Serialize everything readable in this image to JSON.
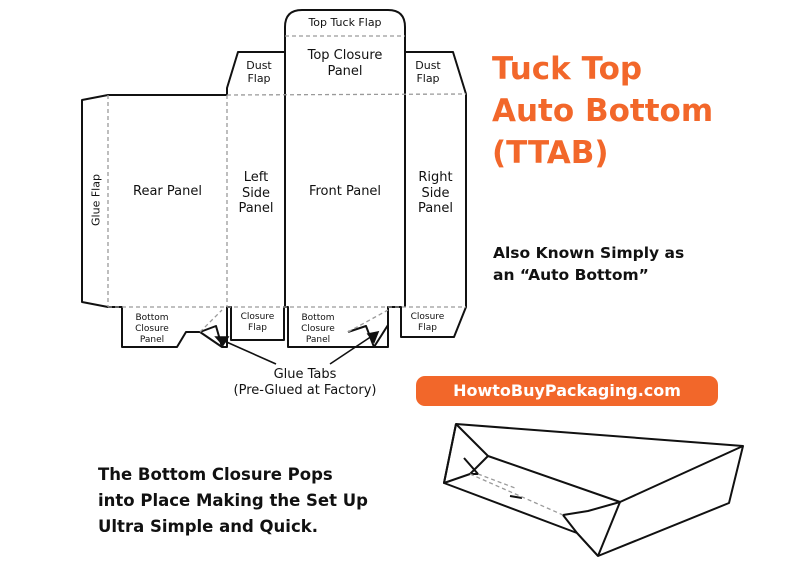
{
  "title_lines": [
    "Tuck Top",
    "Auto Bottom",
    "(TTAB)"
  ],
  "aka_lines": [
    "Also Known Simply as",
    "an “Auto Bottom”"
  ],
  "brand": "HowtoBuyPackaging.com",
  "pops_lines": [
    "The Bottom Closure Pops",
    "into Place Making the Set Up",
    "Ultra Simple and Quick."
  ],
  "labels": {
    "top_tuck_flap": "Top Tuck Flap",
    "top_closure_panel": [
      "Top Closure",
      "Panel"
    ],
    "dust_flap_left": [
      "Dust",
      "Flap"
    ],
    "dust_flap_right": [
      "Dust",
      "Flap"
    ],
    "glue_flap": "Glue Flap",
    "rear_panel": "Rear Panel",
    "left_side_panel": [
      "Left",
      "Side",
      "Panel"
    ],
    "front_panel": "Front Panel",
    "right_side_panel": [
      "Right",
      "Side",
      "Panel"
    ],
    "bottom_closure_left": [
      "Bottom",
      "Closure",
      "Panel"
    ],
    "closure_flap_left": [
      "Closure",
      "Flap"
    ],
    "bottom_closure_right": [
      "Bottom",
      "Closure",
      "Panel"
    ],
    "closure_flap_right": [
      "Closure",
      "Flap"
    ],
    "glue_tabs": [
      "Glue Tabs",
      "(Pre-Glued at Factory)"
    ]
  },
  "colors": {
    "accent": "#f2672a",
    "line": "#111111",
    "dash": "#9a9a9a"
  }
}
